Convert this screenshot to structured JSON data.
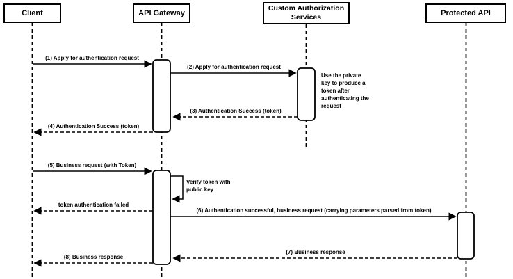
{
  "diagram_type": "sequence",
  "actors": [
    {
      "label": "Client"
    },
    {
      "label": "API Gateway"
    },
    {
      "label": "Custom Authorization Services"
    },
    {
      "label": "Protected API"
    }
  ],
  "messages": [
    {
      "label": "(1) Apply for authentication request",
      "from": "Client",
      "to": "API Gateway",
      "line": "solid"
    },
    {
      "label": "(2) Apply for authentication request",
      "from": "API Gateway",
      "to": "Custom Authorization Services",
      "line": "solid"
    },
    {
      "label": "(3) Authentication Success (token)",
      "from": "Custom Authorization Services",
      "to": "API Gateway",
      "line": "dashed"
    },
    {
      "label": "(4) Authentication Success (token)",
      "from": "API Gateway",
      "to": "Client",
      "line": "dashed"
    },
    {
      "label": "(5) Business request (with Token)",
      "from": "Client",
      "to": "API Gateway",
      "line": "solid"
    },
    {
      "label": "token authentication failed",
      "from": "API Gateway",
      "to": "Client",
      "line": "dashed"
    },
    {
      "label": "(6) Authentication successful, business request (carrying parameters parsed from token)",
      "from": "API Gateway",
      "to": "Protected API",
      "line": "solid"
    },
    {
      "label": "(7) Business response",
      "from": "Protected API",
      "to": "API Gateway",
      "line": "dashed"
    },
    {
      "label": "(8) Business response",
      "from": "API Gateway",
      "to": "Client",
      "line": "dashed"
    }
  ],
  "notes": [
    {
      "label": "Use the private key to produce a token after authenticating the request"
    },
    {
      "label": "Verify token with public key"
    }
  ],
  "colors": {
    "line": "#000000",
    "background": "#ffffff",
    "box_fill": "#ffffff"
  }
}
